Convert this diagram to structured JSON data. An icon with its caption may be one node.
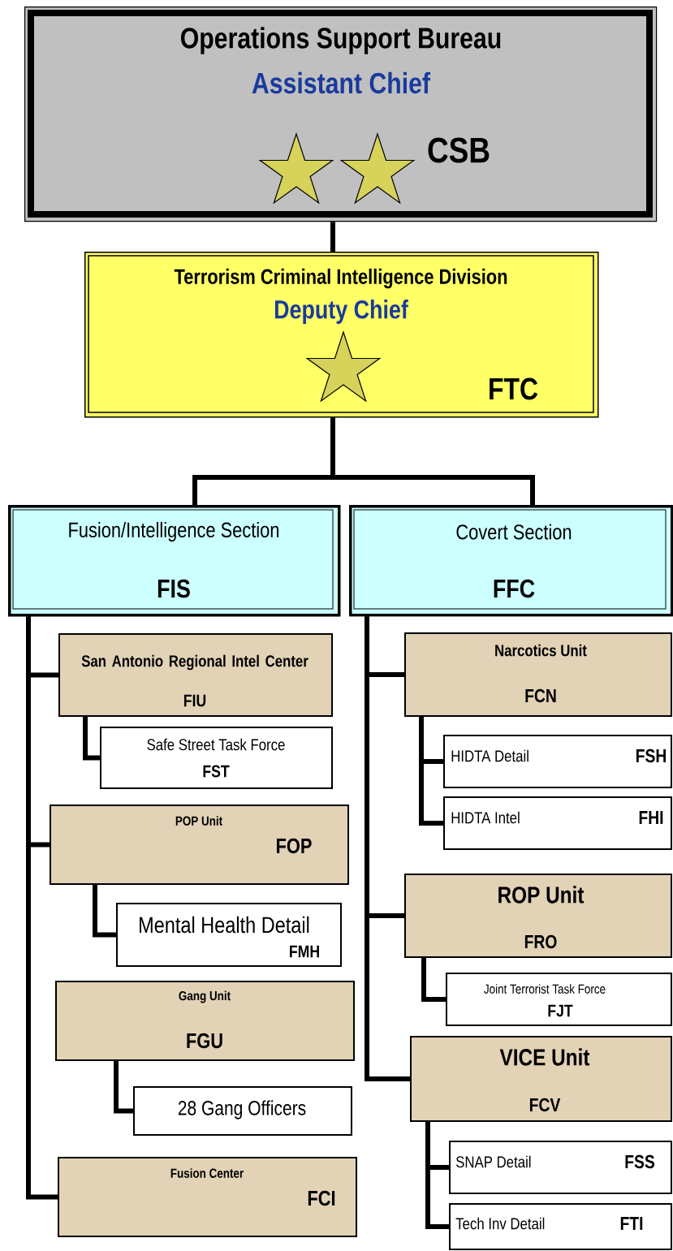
{
  "diagram": {
    "nodes": [
      {
        "text": [
          "Operations Support Bureau",
          "Assistant Chief",
          "CSB"
        ]
      },
      {
        "text": [
          "Terrorism Criminal Intelligence Division",
          "Deputy Chief",
          "FTC"
        ]
      },
      {
        "text": [
          "Fusion/Intelligence Section",
          "FIS"
        ]
      },
      {
        "text": [
          "Covert Section",
          "FFC"
        ]
      },
      {
        "text": [
          "San Antonio Regional Intel Center",
          "FIU"
        ]
      },
      {
        "text": [
          "Safe Street Task Force",
          "FST"
        ]
      },
      {
        "text": [
          "POP Unit",
          "FOP"
        ]
      },
      {
        "text": [
          "Mental Health Detail",
          "FMH"
        ]
      },
      {
        "text": [
          "Gang Unit",
          "FGU"
        ]
      },
      {
        "text": [
          "28 Gang Officers"
        ]
      },
      {
        "text": [
          "Fusion Center",
          "FCI"
        ]
      },
      {
        "text": [
          "Narcotics Unit",
          "FCN"
        ]
      },
      {
        "text": [
          "HIDTA Detail",
          "FSH"
        ]
      },
      {
        "text": [
          "HIDTA Intel",
          "FHI"
        ]
      },
      {
        "text": [
          "ROP Unit",
          "FRO"
        ]
      },
      {
        "text": [
          "Joint Terrorist Task Force",
          "FJT"
        ]
      },
      {
        "text": [
          "VICE Unit",
          "FCV"
        ]
      },
      {
        "text": [
          "SNAP Detail",
          "FSS"
        ]
      },
      {
        "text": [
          "Tech Inv Detail",
          "FTI"
        ]
      }
    ],
    "edges": [
      {
        "from": 0,
        "to": 1,
        "arrow": "none"
      },
      {
        "from": 1,
        "to": 2,
        "arrow": "none"
      },
      {
        "from": 1,
        "to": 3,
        "arrow": "none"
      },
      {
        "from": 2,
        "to": 4,
        "arrow": "none"
      },
      {
        "from": 4,
        "to": 5,
        "arrow": "none"
      },
      {
        "from": 2,
        "to": 6,
        "arrow": "none"
      },
      {
        "from": 6,
        "to": 7,
        "arrow": "none"
      },
      {
        "from": 8,
        "to": 9,
        "arrow": "none"
      },
      {
        "from": 2,
        "to": 10,
        "arrow": "none"
      },
      {
        "from": 3,
        "to": 11,
        "arrow": "none"
      },
      {
        "from": 11,
        "to": 12,
        "arrow": "none"
      },
      {
        "from": 11,
        "to": 13,
        "arrow": "none"
      },
      {
        "from": 3,
        "to": 14,
        "arrow": "none"
      },
      {
        "from": 14,
        "to": 15,
        "arrow": "none"
      },
      {
        "from": 3,
        "to": 16,
        "arrow": "none"
      },
      {
        "from": 16,
        "to": 17,
        "arrow": "none"
      },
      {
        "from": 16,
        "to": 18,
        "arrow": "none"
      }
    ]
  }
}
